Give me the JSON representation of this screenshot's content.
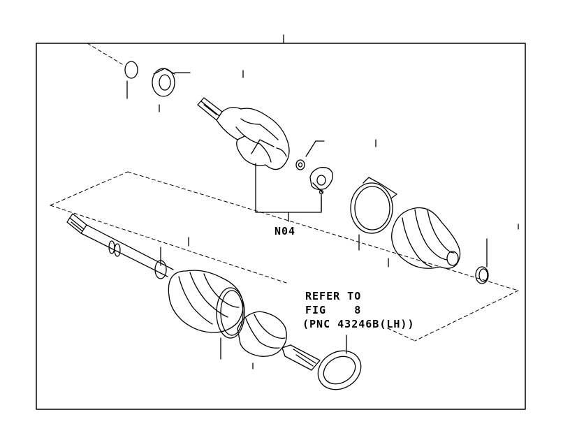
{
  "callouts": {
    "group_code": "N04",
    "reference_note": {
      "line1": "REFER TO",
      "line2": "FIG    8",
      "line3": "(PNC 43246B(LH))"
    }
  },
  "parts": [
    {
      "icon": "snap-ring-icon"
    },
    {
      "icon": "dust-deflector-icon"
    },
    {
      "icon": "inboard-joint-housing-icon"
    },
    {
      "icon": "small-clip-icon"
    },
    {
      "icon": "tripod-joint-icon"
    },
    {
      "icon": "boot-clamp-icon"
    },
    {
      "icon": "inboard-boot-icon"
    },
    {
      "icon": "small-boot-clamp-icon"
    },
    {
      "icon": "axle-shaft-assembly-icon"
    },
    {
      "icon": "outboard-joint-boot-icon"
    },
    {
      "icon": "deflector-seal-icon"
    }
  ]
}
